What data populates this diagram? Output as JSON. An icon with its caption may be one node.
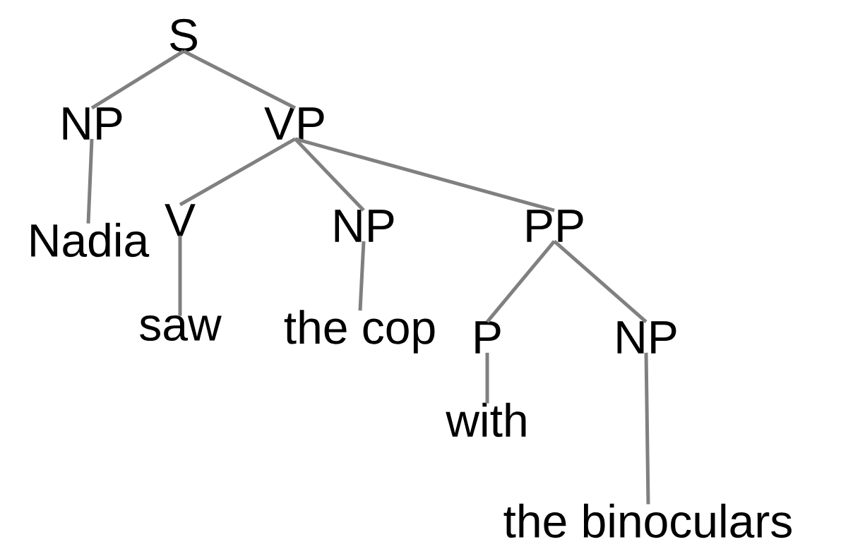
{
  "diagram": {
    "nodes": [
      {
        "text": [
          "S"
        ]
      },
      {
        "text": [
          "NP"
        ]
      },
      {
        "text": [
          "VP"
        ]
      },
      {
        "text": [
          "Nadia"
        ]
      },
      {
        "text": [
          "V"
        ]
      },
      {
        "text": [
          "NP"
        ]
      },
      {
        "text": [
          "PP"
        ]
      },
      {
        "text": [
          "saw"
        ]
      },
      {
        "text": [
          "the cop"
        ]
      },
      {
        "text": [
          "P"
        ]
      },
      {
        "text": [
          "NP"
        ]
      },
      {
        "text": [
          "with"
        ]
      },
      {
        "text": [
          "the binoculars"
        ]
      }
    ],
    "edges": [
      {
        "from": 0,
        "to": 1,
        "arrow": "none"
      },
      {
        "from": 0,
        "to": 2,
        "arrow": "none"
      },
      {
        "from": 1,
        "to": 3,
        "arrow": "none"
      },
      {
        "from": 2,
        "to": 4,
        "arrow": "none"
      },
      {
        "from": 2,
        "to": 5,
        "arrow": "none"
      },
      {
        "from": 2,
        "to": 6,
        "arrow": "none"
      },
      {
        "from": 4,
        "to": 7,
        "arrow": "none"
      },
      {
        "from": 5,
        "to": 8,
        "arrow": "none"
      },
      {
        "from": 6,
        "to": 9,
        "arrow": "none"
      },
      {
        "from": 6,
        "to": 10,
        "arrow": "none"
      },
      {
        "from": 9,
        "to": 11,
        "arrow": "none"
      },
      {
        "from": 10,
        "to": 12,
        "arrow": "none"
      }
    ]
  }
}
